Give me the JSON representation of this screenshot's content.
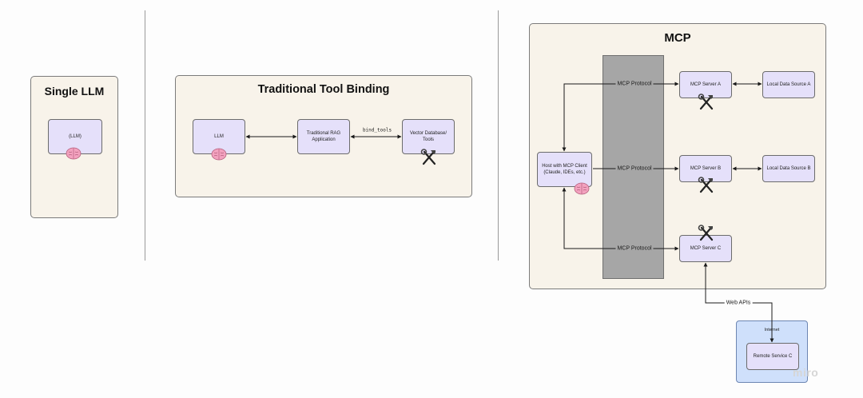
{
  "single": {
    "title": "Single LLM",
    "node": "(LLM)"
  },
  "traditional": {
    "title": "Traditional Tool Binding",
    "llm": "LLM",
    "rag": "Traditional RAG Application",
    "bind_label": "bind_tools",
    "vector": "Vector Database/ Tools"
  },
  "mcp": {
    "title": "MCP",
    "host": "Host with MCP Client (Claude, IDEs, etc.)",
    "protocol_label": "MCP Protocol",
    "server_a": "MCP Server A",
    "server_b": "MCP Server B",
    "server_c": "MCP Server C",
    "local_a": "Local Data Source A",
    "local_b": "Local Data Source B",
    "web_apis": "Web APIs",
    "internet_title": "Internet",
    "remote": "Remote Service C"
  },
  "watermark": "miro",
  "icons": [
    "brain-icon",
    "tools-icon"
  ]
}
